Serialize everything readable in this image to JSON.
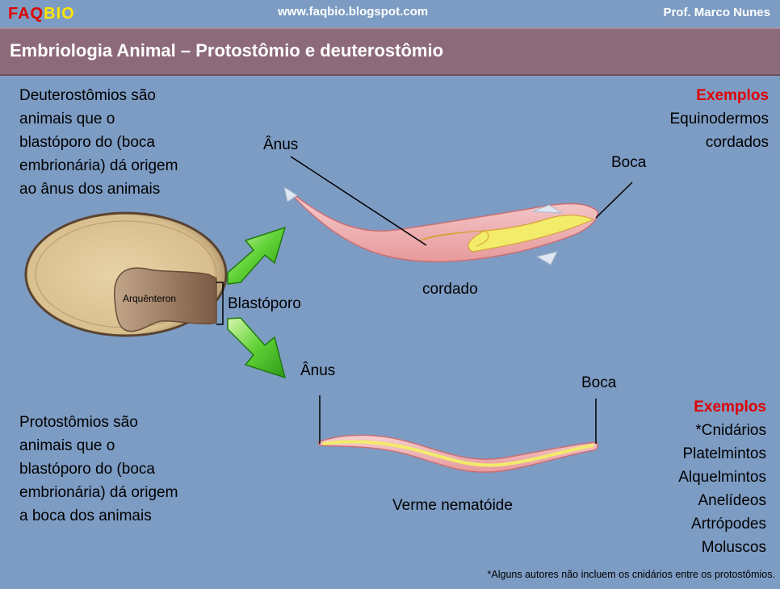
{
  "header": {
    "logo_part1": "FAQ",
    "logo_part2": "BIO",
    "site": "www.faqbio.blogspot.com",
    "author": "Prof. Marco Nunes"
  },
  "title": "Embriologia Animal – Protostômio e deuterostômio",
  "deuterostome": {
    "lines": [
      "Deuterostômios são",
      "animais que o",
      "blastóporo do (boca",
      "embrionária) dá origem",
      "ao ânus dos animais"
    ],
    "examples_heading": "Exemplos",
    "examples": [
      "Equinodermos",
      "cordados"
    ],
    "label_anus": "Ânus",
    "label_mouth": "Boca",
    "label_animal": "cordado"
  },
  "protostome": {
    "lines": [
      "Protostômios são",
      "animais que o",
      "blastóporo do (boca",
      "embrionária) dá origem",
      "a boca dos animais"
    ],
    "examples_heading": "Exemplos",
    "examples": [
      "*Cnidários",
      "Platelmintos",
      "Alquelmintos",
      "Anelídeos",
      "Artrópodes",
      "Moluscos"
    ],
    "label_anus": "Ânus",
    "label_mouth": "Boca",
    "label_animal": "Verme nematóide"
  },
  "embryo": {
    "archenteron_label": "Arquênteron",
    "blastopore_label": "Blastóporo"
  },
  "footnote": "*Alguns autores não incluem os cnidários entre os protostômios.",
  "colors": {
    "background": "#7d9cc4",
    "title_bar": "#8d6a7a",
    "logo_red": "#e00000",
    "logo_yellow": "#ffe600",
    "example_heading": "#e00000",
    "arrow_green": "#4cc22c"
  }
}
